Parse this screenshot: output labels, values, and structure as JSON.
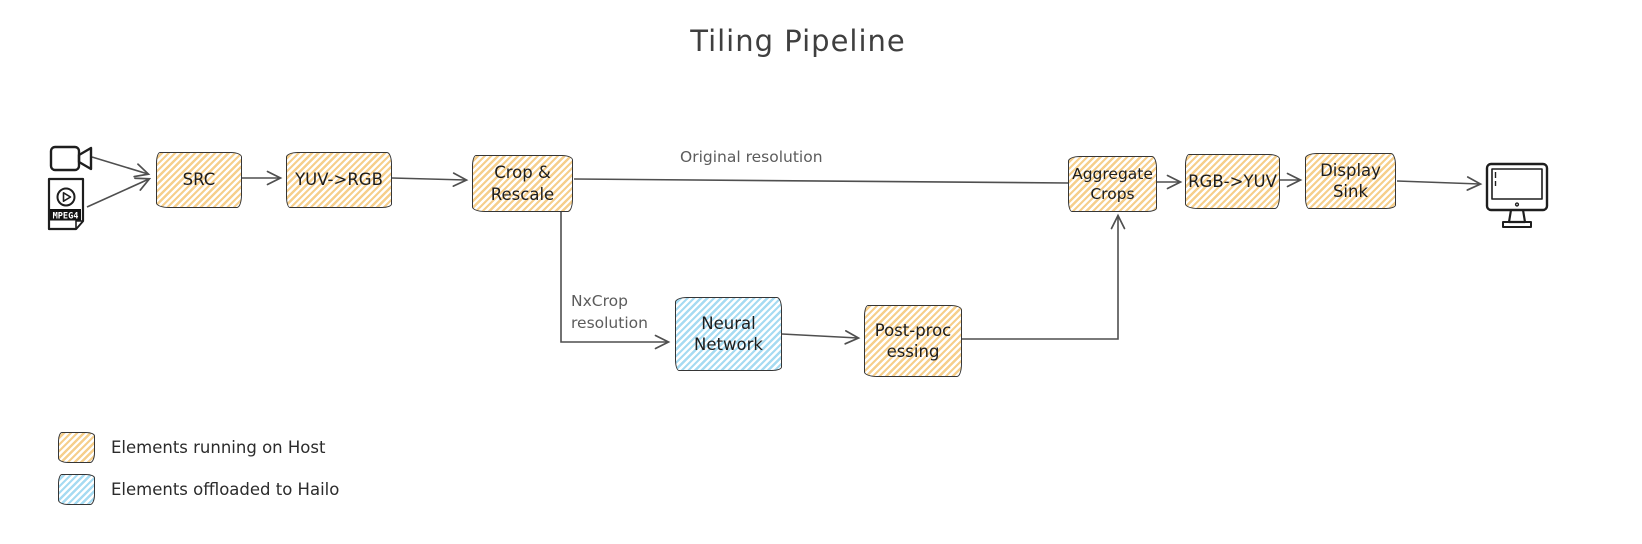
{
  "title": "Tiling Pipeline",
  "colors": {
    "host_fill": "#f6cf8c",
    "hailo_fill": "#a6dbf2",
    "box_stroke": "#363636",
    "arrow_stroke": "#4f4f4f",
    "edge_label_text": "#5c5c5c",
    "box_text": "#1d1d1d"
  },
  "nodes": {
    "src": {
      "line1": "SRC",
      "type": "host"
    },
    "yuv2rgb": {
      "line1": "YUV->RGB",
      "type": "host"
    },
    "crop_rescale": {
      "line1": "Crop &",
      "line2": "Rescale",
      "type": "host"
    },
    "neural_network": {
      "line1": "Neural",
      "line2": "Network",
      "type": "hailo"
    },
    "post_processing": {
      "line1": "Post-proc",
      "line2": "essing",
      "type": "host"
    },
    "aggregate_crops": {
      "line1": "Aggregate",
      "line2": "Crops",
      "type": "host"
    },
    "rgb2yuv": {
      "line1": "RGB->YUV",
      "type": "host"
    },
    "display_sink": {
      "line1": "Display",
      "line2": "Sink",
      "type": "host"
    }
  },
  "edge_labels": {
    "original_resolution": "Original resolution",
    "nxcrop_line1": "NxCrop",
    "nxcrop_line2": "resolution"
  },
  "icons": {
    "camera": "video-camera-icon",
    "mpeg_file": {
      "name": "mpeg4-file-icon",
      "badge": "MPEG4"
    },
    "monitor": "monitor-icon"
  },
  "legend": {
    "items": [
      {
        "label": "Elements running on Host",
        "swatch": "host"
      },
      {
        "label": "Elements offloaded to Hailo",
        "swatch": "hailo"
      }
    ]
  }
}
